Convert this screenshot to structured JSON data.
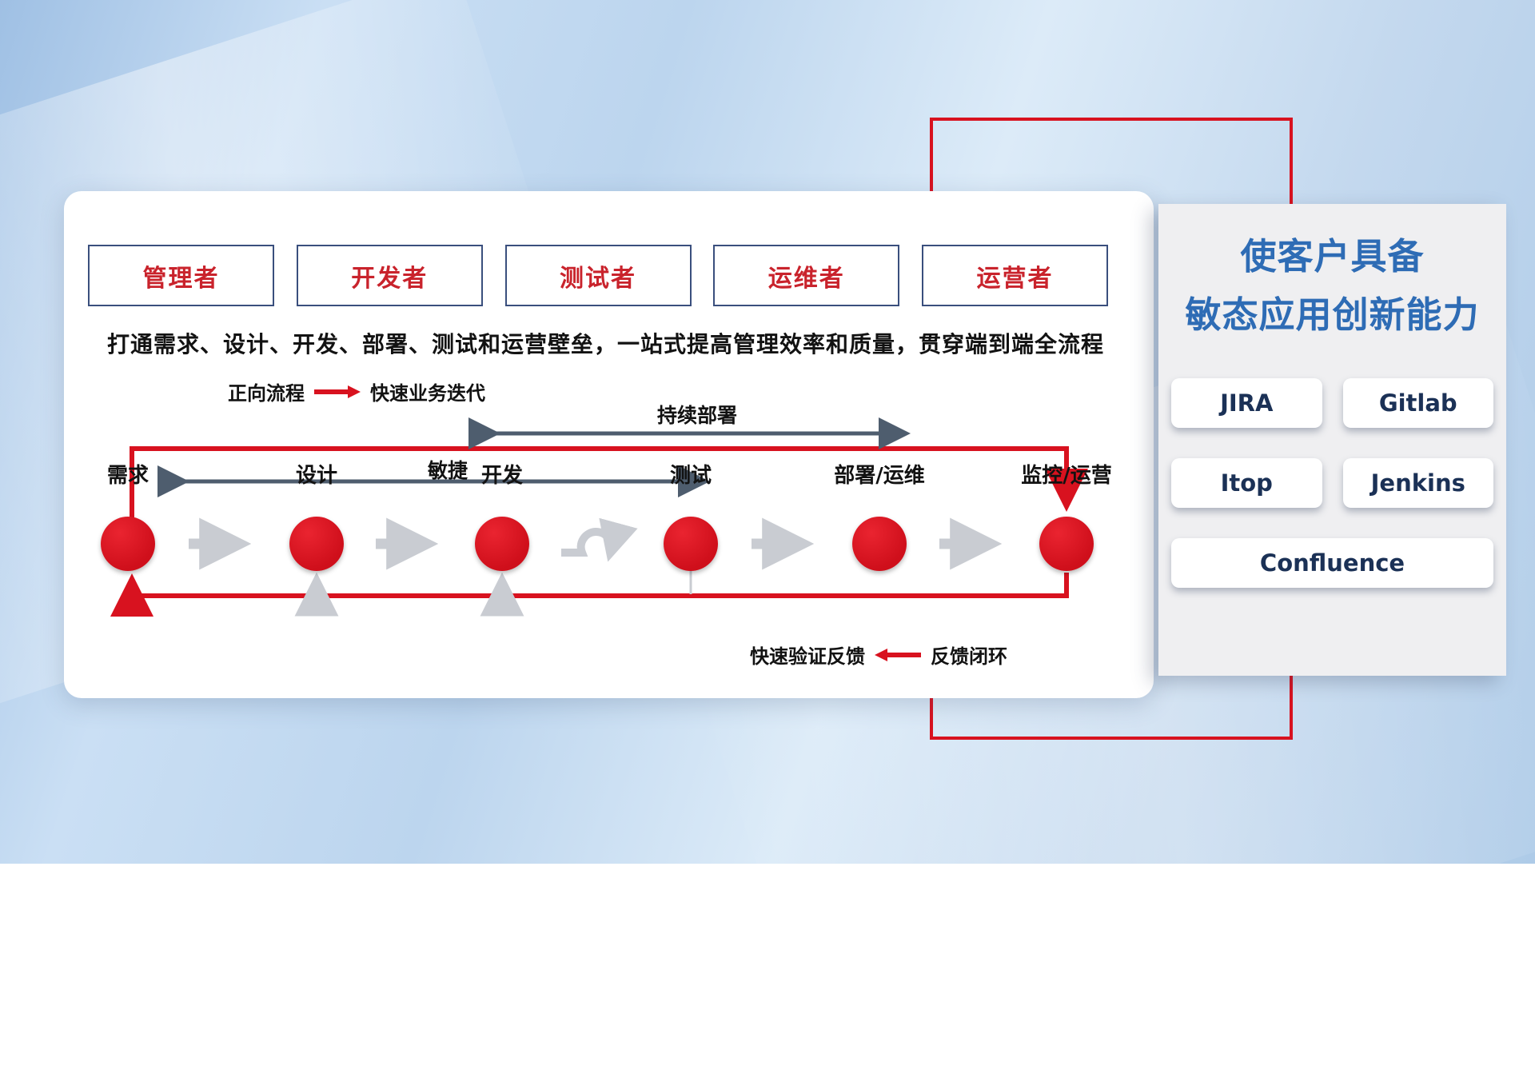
{
  "roles": [
    "管理者",
    "开发者",
    "测试者",
    "运维者",
    "运营者"
  ],
  "description": "打通需求、设计、开发、部署、测试和运营壁垒，一站式提高管理效率和质量，贯穿端到端全流程",
  "legend_forward": {
    "label": "正向流程",
    "value": "快速业务迭代"
  },
  "legend_feedback": {
    "value": "快速验证反馈",
    "label": "反馈闭环"
  },
  "span_arrows": {
    "deploy": "持续部署",
    "agile": "敏捷"
  },
  "stages": [
    "需求",
    "设计",
    "开发",
    "测试",
    "部署/运维",
    "监控/运营"
  ],
  "right_panel": {
    "title_line1": "使客户具备",
    "title_line2": "敏态应用创新能力",
    "tools": [
      "JIRA",
      "Gitlab",
      "Itop",
      "Jenkins",
      "Confluence"
    ]
  },
  "colors": {
    "accent_red": "#d8121f",
    "title_blue": "#2e6cb5",
    "navy_text": "#1b3156",
    "slate_arrow": "#4e5d6e",
    "gray_arrow": "#c9ccd2"
  }
}
